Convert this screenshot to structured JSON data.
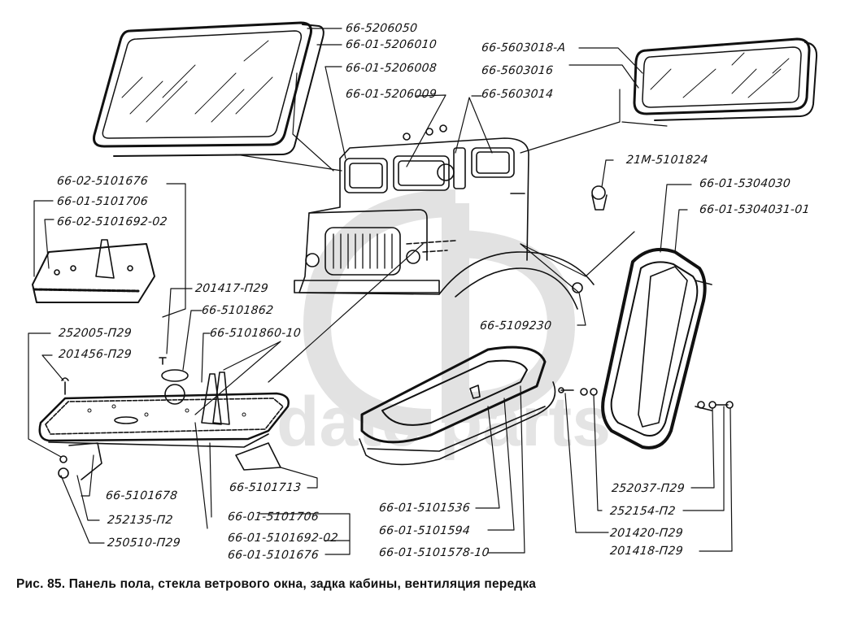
{
  "figure": {
    "caption": "Рис.  85.  Панель пола, стекла ветрового окна, задка кабины, вентиляция передка",
    "watermark": "datc parts"
  },
  "groups": {
    "side_window": [
      "66-5206050",
      "66-01-5206010",
      "66-01-5206008",
      "66-01-5206009"
    ],
    "rear_window": [
      "66-5603018-А",
      "66-5603016",
      "66-5603014"
    ],
    "floor_panel_small": [
      "66-02-5101676",
      "66-01-5101706",
      "66-02-5101692-02"
    ],
    "vent_hatch": [
      "21М-5101824",
      "66-01-5304030",
      "66-01-5304031-01",
      "66-5109230"
    ]
  },
  "labels": [
    {
      "id": "l1",
      "text": "66-5206050"
    },
    {
      "id": "l2",
      "text": "66-01-5206010"
    },
    {
      "id": "l3",
      "text": "66-01-5206008"
    },
    {
      "id": "l4",
      "text": "66-01-5206009"
    },
    {
      "id": "l5",
      "text": "66-5603018-А"
    },
    {
      "id": "l6",
      "text": "66-5603016"
    },
    {
      "id": "l7",
      "text": "66-5603014"
    },
    {
      "id": "l8",
      "text": "21М-5101824"
    },
    {
      "id": "l9",
      "text": "66-01-5304030"
    },
    {
      "id": "l10",
      "text": "66-01-5304031-01"
    },
    {
      "id": "l11",
      "text": "66-02-5101676"
    },
    {
      "id": "l12",
      "text": "66-01-5101706"
    },
    {
      "id": "l13",
      "text": "66-02-5101692-02"
    },
    {
      "id": "l14",
      "text": "201417-П29"
    },
    {
      "id": "l15",
      "text": "66-5101862"
    },
    {
      "id": "l16",
      "text": "66-5101860-10"
    },
    {
      "id": "l17",
      "text": "252005-П29"
    },
    {
      "id": "l18",
      "text": "201456-П29"
    },
    {
      "id": "l19",
      "text": "66-5109230"
    },
    {
      "id": "l20",
      "text": "66-5101678"
    },
    {
      "id": "l21",
      "text": "66-5101713"
    },
    {
      "id": "l22",
      "text": "252135-П2"
    },
    {
      "id": "l23",
      "text": "250510-П29"
    },
    {
      "id": "l24",
      "text": "66-01-5101706"
    },
    {
      "id": "l25",
      "text": "66-01-5101692-02"
    },
    {
      "id": "l26",
      "text": "66-01-5101676"
    },
    {
      "id": "l27",
      "text": "66-01-5101536"
    },
    {
      "id": "l28",
      "text": "66-01-5101594"
    },
    {
      "id": "l29",
      "text": "66-01-5101578-10"
    },
    {
      "id": "l30",
      "text": "252037-П29"
    },
    {
      "id": "l31",
      "text": "252154-П2"
    },
    {
      "id": "l32",
      "text": "201420-П29"
    },
    {
      "id": "l33",
      "text": "201418-П29"
    }
  ]
}
